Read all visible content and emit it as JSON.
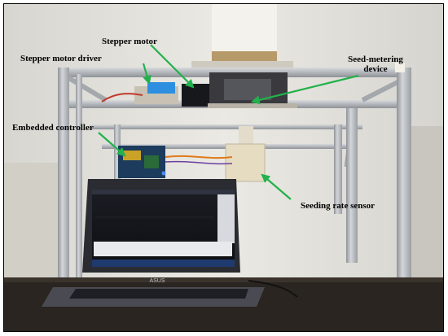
{
  "annotations": {
    "stepper_motor": "Stepper motor",
    "stepper_motor_driver": "Stepper motor driver",
    "seed_metering_device": "Seed-metering device",
    "embedded_controller": "Embedded controller",
    "seeding_rate_sensor": "Seeding rate sensor"
  },
  "laptop_brand": "ASUS",
  "colors": {
    "arrow": "#22b14c",
    "frame": "#b9bcc0",
    "table": "#2a2520"
  }
}
